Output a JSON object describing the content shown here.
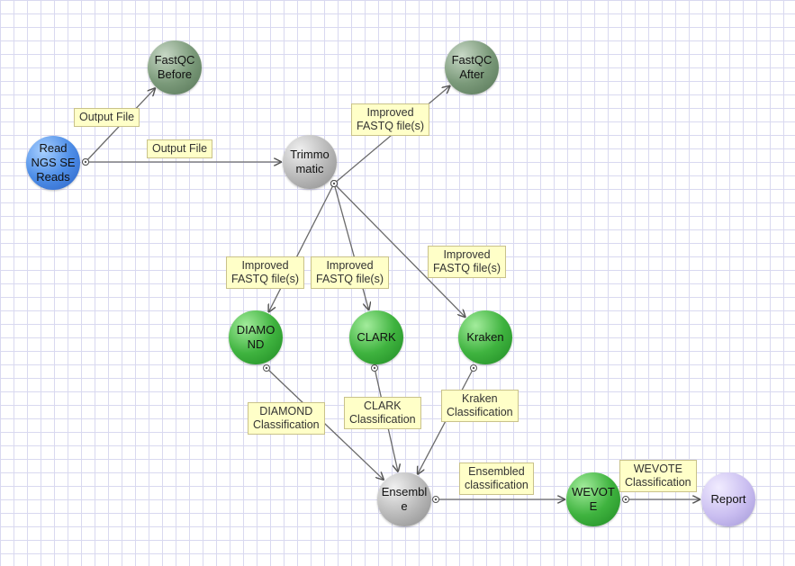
{
  "diagram": {
    "nodes": [
      {
        "id": "read",
        "label": "Read\nNGS SE\nReads",
        "color": "blue"
      },
      {
        "id": "fastqc_before",
        "label": "FastQC\nBefore",
        "color": "dark-green"
      },
      {
        "id": "trimmomatic",
        "label": "Trimmo\nmatic",
        "color": "gray"
      },
      {
        "id": "fastqc_after",
        "label": "FastQC\nAfter",
        "color": "dark-green"
      },
      {
        "id": "diamond",
        "label": "DIAMO\nND",
        "color": "green"
      },
      {
        "id": "clark",
        "label": "CLARK",
        "color": "green"
      },
      {
        "id": "kraken",
        "label": "Kraken",
        "color": "green"
      },
      {
        "id": "ensemble",
        "label": "Ensembl\ne",
        "color": "gray"
      },
      {
        "id": "wevote",
        "label": "WEVOT\nE",
        "color": "green"
      },
      {
        "id": "report",
        "label": "Report",
        "color": "purple"
      }
    ],
    "edges": [
      {
        "id": "read_to_fastqc_before",
        "from": "read",
        "to": "fastqc_before",
        "label": "Output File"
      },
      {
        "id": "read_to_trimmomatic",
        "from": "read",
        "to": "trimmomatic",
        "label": "Output File"
      },
      {
        "id": "trimmomatic_to_fastqc_after",
        "from": "trimmomatic",
        "to": "fastqc_after",
        "label": "Improved\nFASTQ file(s)"
      },
      {
        "id": "trimmomatic_to_diamond",
        "from": "trimmomatic",
        "to": "diamond",
        "label": "Improved\nFASTQ file(s)"
      },
      {
        "id": "trimmomatic_to_clark",
        "from": "trimmomatic",
        "to": "clark",
        "label": "Improved\nFASTQ file(s)"
      },
      {
        "id": "trimmomatic_to_kraken",
        "from": "trimmomatic",
        "to": "kraken",
        "label": "Improved\nFASTQ file(s)"
      },
      {
        "id": "diamond_to_ensemble",
        "from": "diamond",
        "to": "ensemble",
        "label": "DIAMOND\nClassification"
      },
      {
        "id": "clark_to_ensemble",
        "from": "clark",
        "to": "ensemble",
        "label": "CLARK\nClassification"
      },
      {
        "id": "kraken_to_ensemble",
        "from": "kraken",
        "to": "ensemble",
        "label": "Kraken\nClassification"
      },
      {
        "id": "ensemble_to_wevote",
        "from": "ensemble",
        "to": "wevote",
        "label": "Ensembled\nclassification"
      },
      {
        "id": "wevote_to_report",
        "from": "wevote",
        "to": "report",
        "label": "WEVOTE\nClassification"
      }
    ]
  }
}
